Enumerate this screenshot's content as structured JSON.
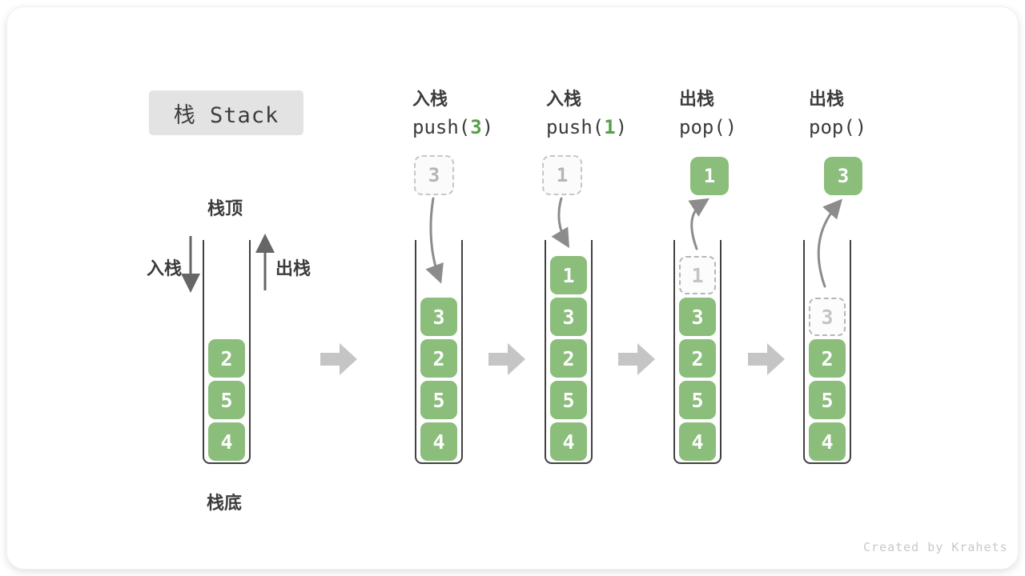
{
  "title": "栈 Stack",
  "watermark": "Created by Krahets",
  "labels": {
    "stack_top": "栈顶",
    "stack_bottom": "栈底",
    "push_side": "入栈",
    "pop_side": "出栈"
  },
  "colors": {
    "cell_green": "#8bbd7b",
    "code_arg_green": "#55a046",
    "text_dark": "#3c3c3c",
    "dashed_gray": "#c6c6c6",
    "curve_arrow_gray": "#8c8c8c",
    "side_arrow_gray": "#666666",
    "block_arrow_gray": "#c5c5c5",
    "title_box_bg": "#e3e3e3"
  },
  "steps": [
    {
      "name": "initial",
      "cells": [
        "2",
        "5",
        "4"
      ]
    },
    {
      "name": "push-3",
      "header": {
        "line1": "入栈",
        "code_pre": "push(",
        "code_arg": "3",
        "code_post": ")"
      },
      "floating": "3",
      "cells": [
        "3",
        "2",
        "5",
        "4"
      ]
    },
    {
      "name": "push-1",
      "header": {
        "line1": "入栈",
        "code_pre": "push(",
        "code_arg": "1",
        "code_post": ")"
      },
      "floating": "1",
      "cells": [
        "1",
        "3",
        "2",
        "5",
        "4"
      ]
    },
    {
      "name": "pop-1",
      "header": {
        "line1": "出栈",
        "code_pre": "pop()",
        "code_arg": "",
        "code_post": ""
      },
      "floating": "1",
      "ghost": "1",
      "cells": [
        "3",
        "2",
        "5",
        "4"
      ]
    },
    {
      "name": "pop-3",
      "header": {
        "line1": "出栈",
        "code_pre": "pop()",
        "code_arg": "",
        "code_post": ""
      },
      "floating": "3",
      "ghost": "3",
      "cells": [
        "2",
        "5",
        "4"
      ]
    }
  ]
}
